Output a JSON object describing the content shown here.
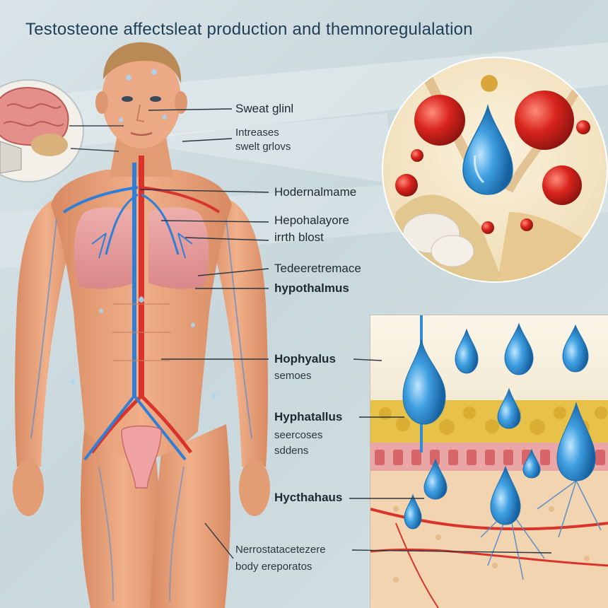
{
  "title": "Testosteone affectsleat production and themnoregulalation",
  "labels": {
    "sweat_gland": "Sweat glinl",
    "increases_1": "Intreases",
    "increases_2": "swelt grlovs",
    "hormone": "Hodernalmame",
    "hepo_1": "Hepohalayore",
    "hepo_2": "irrth blost",
    "tede": "Tedeeretremace",
    "hypothalamus": "hypothalmus",
    "hophy_1": "Hophyalus",
    "hophy_2": "semoes",
    "hyphat_1": "Hyphatallus",
    "hyphat_2": "seercoses",
    "hyphat_3": "sddens",
    "hycth": "Hycthahaus",
    "nerro_1": "Nerrostatacetezere",
    "nerro_2": "body ereporatos"
  },
  "colors": {
    "skin": "#e8a27a",
    "skin_shadow": "#c97c58",
    "vein_blue": "#2f7fd6",
    "artery_red": "#d8342b",
    "lung_pink": "#e49a9e",
    "droplet_blue": "#3f9fe0",
    "cell_red": "#d8241c",
    "fat_yellow": "#e8c248",
    "title": "#1f3e55"
  },
  "icons": [
    "brain-icon",
    "sweat-droplet-icon",
    "red-blood-cell-icon"
  ]
}
